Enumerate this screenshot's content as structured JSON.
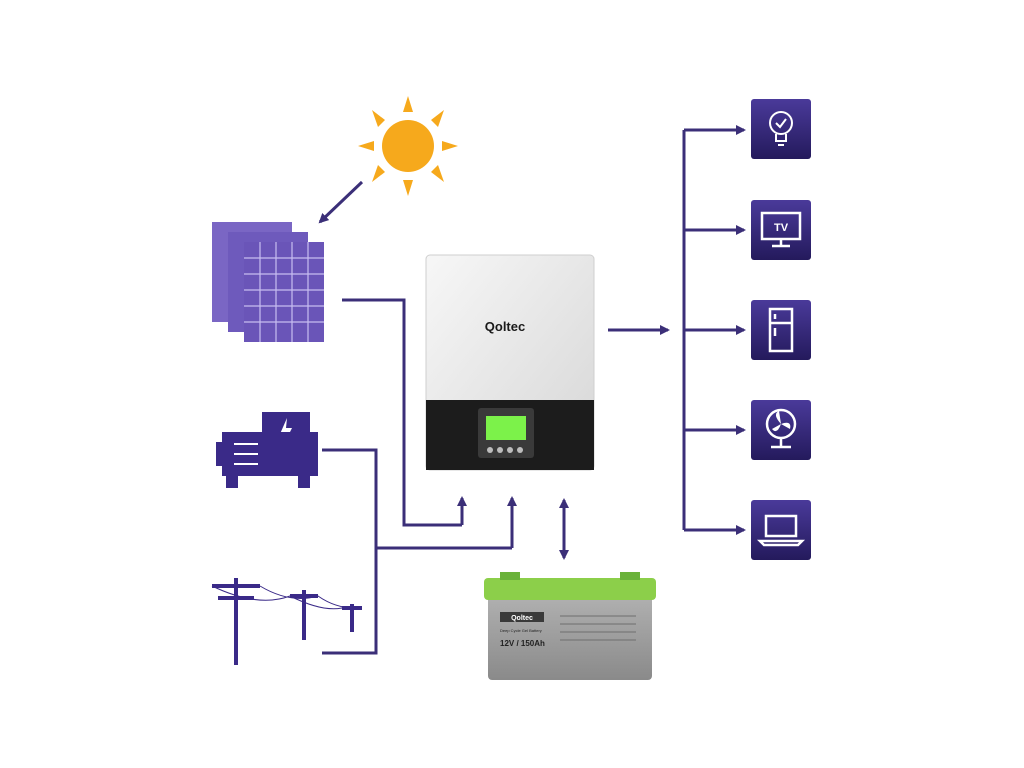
{
  "inverter": {
    "brand": "Qoltec",
    "lcd_color": "#7cf24a",
    "body_color": "#ebebeb",
    "panel_color": "#1c1c1c"
  },
  "battery": {
    "brand": "Qoltec",
    "line1": "Deep Cycle Gel Battery",
    "capacity": "12V / 150Ah",
    "case_color": "#9a9a9a",
    "lid_color": "#8ccf4a"
  },
  "loads": [
    {
      "icon": "light-bulb-icon"
    },
    {
      "icon": "tv-icon",
      "label": "TV"
    },
    {
      "icon": "refrigerator-icon"
    },
    {
      "icon": "fan-icon"
    },
    {
      "icon": "laptop-icon"
    }
  ],
  "colors": {
    "line": "#3b2f78",
    "load_tile": "#2f2272",
    "panel": "#6a55b8",
    "panel_grid": "#c7bdf0",
    "sun": "#f6a91c",
    "generator": "#3a2a88"
  }
}
